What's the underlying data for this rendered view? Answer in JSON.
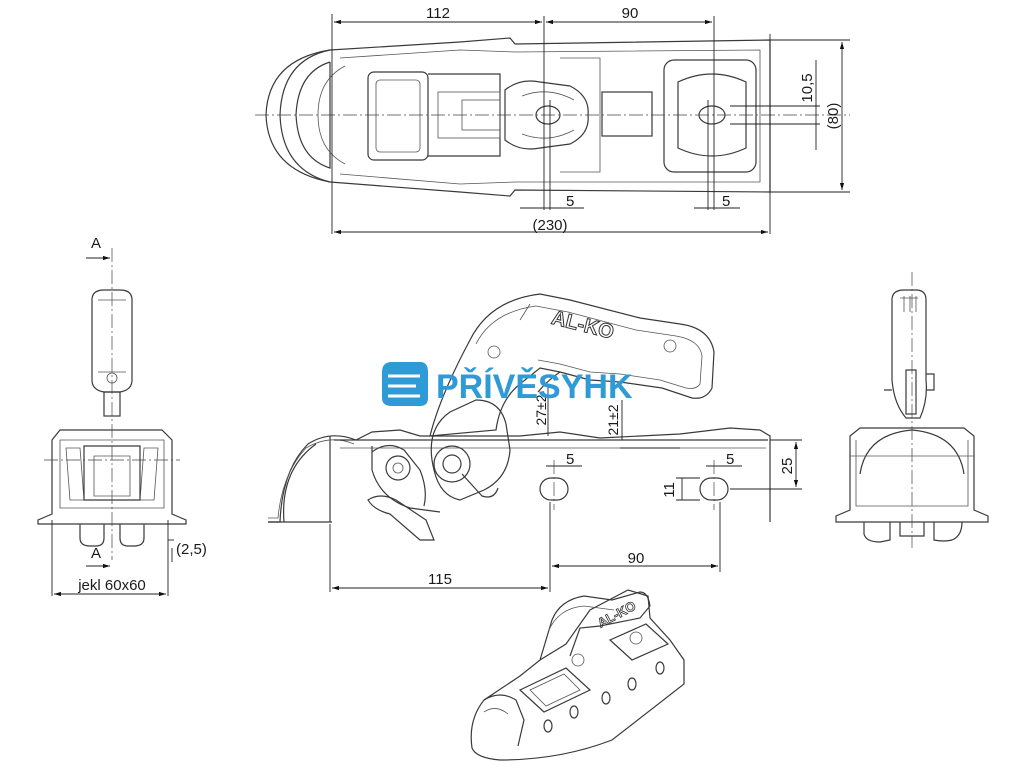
{
  "top_view": {
    "dim_length_front": "112",
    "dim_hole_spacing": "90",
    "dim_width_bracket": "(80)",
    "dim_hole_offset": "10,5",
    "dim_slot_left": "5",
    "dim_slot_right": "5",
    "dim_total_length": "(230)"
  },
  "side_view": {
    "dim_height_a": "27±2",
    "dim_height_b": "21±2",
    "dim_slot_a": "5",
    "dim_slot_b": "5",
    "dim_slot_height": "11",
    "dim_hole_height": "25",
    "dim_to_first_hole": "115",
    "dim_hole_spacing": "90",
    "brand_mark": "AL-KO"
  },
  "front_view": {
    "section_mark_top": "A",
    "section_mark_bottom": "A",
    "dim_offset": "(2,5)",
    "dim_profile": "jekl 60x60"
  },
  "watermark": {
    "text": "PŘÍVĚSYHK",
    "color": "#2f9bd6"
  }
}
